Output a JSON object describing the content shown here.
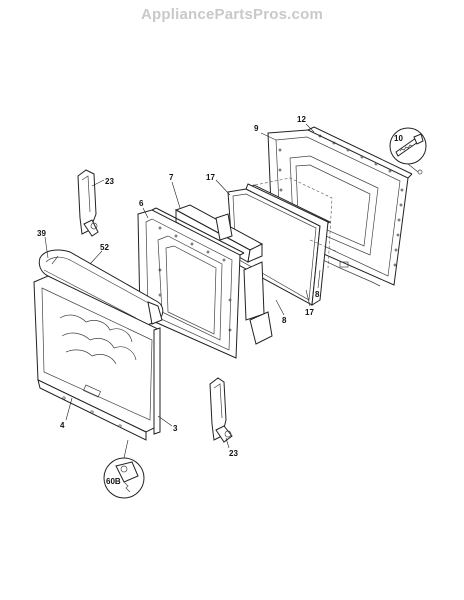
{
  "watermark": "AppliancePartsPros.com",
  "callouts": {
    "p12": "12",
    "p9": "9",
    "p10": "10",
    "p17_top": "17",
    "p7": "7",
    "p23_top": "23",
    "p6": "6",
    "p39": "39",
    "p52": "52",
    "p8_right": "8",
    "p8_mid": "8",
    "p17_bottom": "17",
    "p4": "4",
    "p3": "3",
    "p23_bottom": "23",
    "p60b": "60B"
  }
}
